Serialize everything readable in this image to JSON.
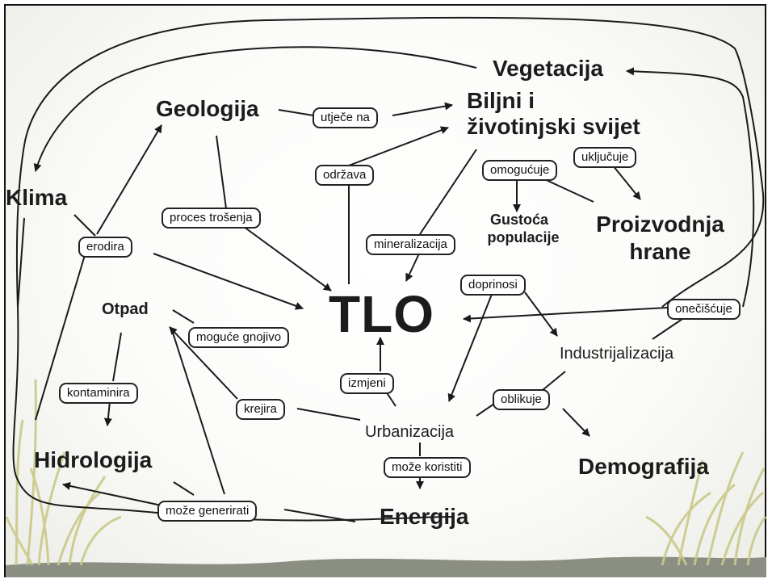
{
  "nodes": {
    "vegetacija": "Vegetacija",
    "biljni_line1": "Biljni i",
    "biljni_line2": "životinjski svijet",
    "geologija": "Geologija",
    "klima": "Klima",
    "gustoca_line1": "Gustoća",
    "gustoca_line2": "populacije",
    "proizvodnja_line1": "Proizvodnja",
    "proizvodnja_line2": "hrane",
    "tlo": "TLO",
    "otpad": "Otpad",
    "industrijalizacija": "Industrijalizacija",
    "urbanizacija": "Urbanizacija",
    "hidrologija": "Hidrologija",
    "demografija": "Demografija",
    "energija": "Energija"
  },
  "labels": {
    "utjece_na": "utječe na",
    "odrzava": "održava",
    "ukljucuje": "uključuje",
    "omogucuje": "omogućuje",
    "proces_trosenja": "proces trošenja",
    "erodira": "erodira",
    "mineralizacija": "mineralizacija",
    "doprinosi": "doprinosi",
    "oneciscuje": "onečišćuje",
    "moguce_gnojivo": "moguće gnojivo",
    "izmjeni": "izmjeni",
    "kontaminira": "kontaminira",
    "krejira": "krejira",
    "oblikuje": "oblikuje",
    "moze_koristiti": "može koristiti",
    "moze_generirati": "može generirati"
  },
  "colors": {
    "line": "#1a1a1a",
    "ground": "#8b8e82",
    "grass": "#c9c98a"
  }
}
